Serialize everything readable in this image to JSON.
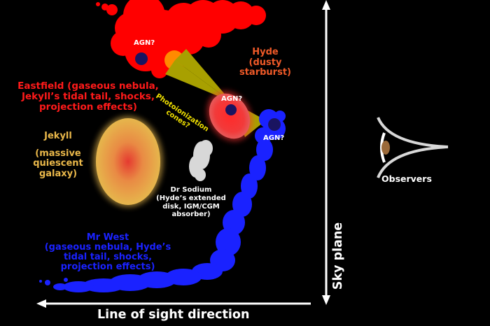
{
  "labels": {
    "eastfield": [
      "Eastfield (gaseous nebula,",
      "Jekyll’s tidal tail, shocks,",
      "projection effects)"
    ],
    "hyde": [
      "Hyde",
      "(dusty",
      "starburst)"
    ],
    "jekyll_title": "Jekyll",
    "jekyll_desc": [
      "(massive",
      "quiescent",
      "galaxy)"
    ],
    "dr_sodium": [
      "Dr Sodium",
      "(Hyde’s extended",
      "disk, IGM/CGM",
      "absorber)"
    ],
    "mr_west": [
      "Mr West",
      "(gaseous nebula, Hyde’s",
      "tidal tail, shocks,",
      "projection effects)"
    ],
    "observers": "Observers",
    "agn_1": "AGN?",
    "agn_2": "AGN?",
    "agn_3": "AGN?",
    "photoionization": [
      "Photoionization",
      "cones?"
    ],
    "line_of_sight": "Line of sight direction",
    "sky_plane": "Sky plane"
  },
  "colors": {
    "background": "#000000",
    "eastfield_red": "#ff0000",
    "hyde_orange": "#f05a28",
    "jekyll_yellow": "#eab84a",
    "jekyll_core": "#e03a2a",
    "mr_west_blue": "#1a22ff",
    "dr_sodium_grey": "#d8d8d8",
    "agn_dot": "#1a1460",
    "cone_olive": "#a8a000",
    "photo_label_yellow": "#f0e000",
    "arrow_white": "#ffffff",
    "eye_iris": "#9b6a3a"
  },
  "icons": {
    "observer": "eye-icon",
    "agn_marker": "dot-icon"
  }
}
